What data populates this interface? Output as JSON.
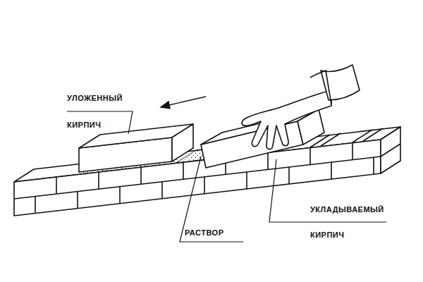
{
  "diagram": {
    "labels": [
      "УЛОЖЕННЫЙ КИРПИЧ",
      "РАСТВОР",
      "УКЛАДЫВАЕМЫЙ КИРПИЧ"
    ]
  }
}
